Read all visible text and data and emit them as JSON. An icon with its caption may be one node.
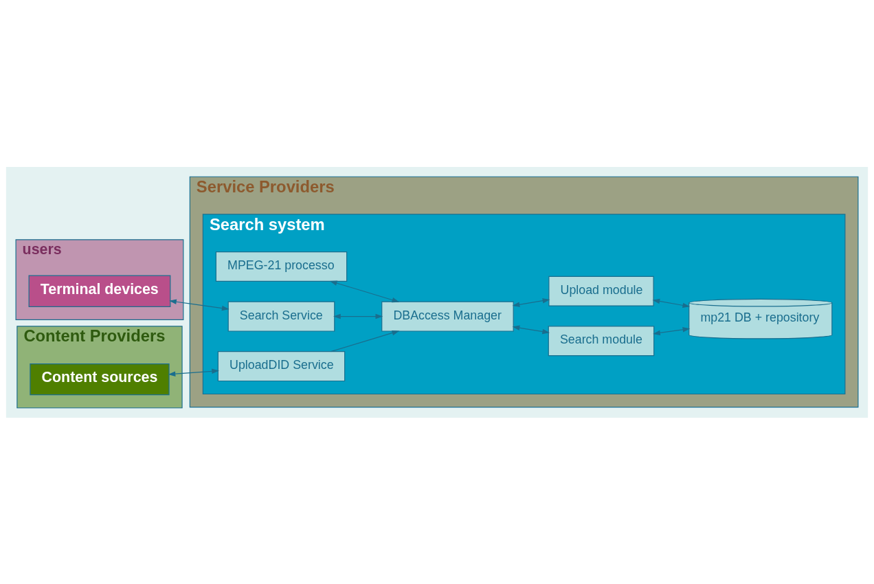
{
  "diagram": {
    "nodes": [
      {
        "text": [
          "users"
        ]
      },
      {
        "text": [
          "Terminal devices"
        ],
        "in": 0
      },
      {
        "text": [
          "Content Providers"
        ]
      },
      {
        "text": [
          "Content sources"
        ],
        "in": 2
      },
      {
        "text": [
          "Service Providers"
        ]
      },
      {
        "text": [
          "Search system"
        ],
        "in": 4
      },
      {
        "text": [
          "DBAccess Manager"
        ],
        "in": 5
      },
      {
        "text": [
          "MPEG-21 processo"
        ],
        "in": 5
      },
      {
        "text": [
          "Search Service"
        ],
        "in": 5
      },
      {
        "text": [
          "Search module"
        ],
        "in": 5
      },
      {
        "text": [
          "Upload module"
        ],
        "in": 5
      },
      {
        "text": [
          "UploadDID Service"
        ],
        "in": 5
      },
      {
        "text": [
          "mp21 DB + repository"
        ],
        "in": 5
      }
    ],
    "edges": [
      {
        "from": 1,
        "to": 8,
        "arrow": "both"
      },
      {
        "from": 3,
        "to": 11,
        "arrow": "both"
      },
      {
        "from": 7,
        "to": 6,
        "arrow": "both"
      },
      {
        "from": 8,
        "to": 6,
        "arrow": "both"
      },
      {
        "from": 11,
        "to": 6,
        "arrow": "to"
      },
      {
        "from": 6,
        "to": 9,
        "arrow": "both"
      },
      {
        "from": 6,
        "to": 10,
        "arrow": "both"
      },
      {
        "from": 9,
        "to": 12,
        "arrow": "both"
      },
      {
        "from": 10,
        "to": 12,
        "arrow": "both"
      }
    ]
  }
}
